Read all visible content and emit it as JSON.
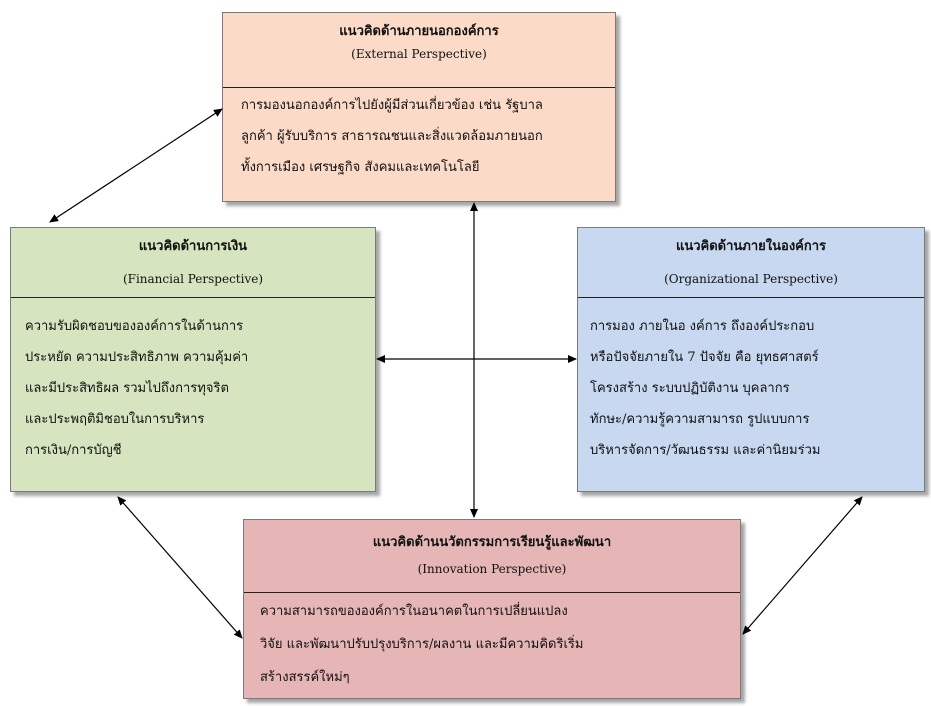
{
  "colors": {
    "external": "#fbdbc8",
    "financial": "#d6e4bf",
    "organizational": "#c7d8f0",
    "innovation": "#e6b6b7",
    "arrow": "#000000"
  },
  "external": {
    "title": "แนวคิดด้านภายนอกองค์การ",
    "subtitle": "(External Perspective)",
    "lines": [
      "การมองนอกองค์การไปยังผู้มีส่วนเกี่ยวข้อง เช่น รัฐบาล",
      "ลูกค้า ผู้รับบริการ สาธารณชนและสิ่งแวดล้อมภายนอก",
      "ทั้งการเมือง เศรษฐกิจ สังคมและเทคโนโลยี"
    ]
  },
  "financial": {
    "title": "แนวคิดด้านการเงิน",
    "subtitle": "(Financial Perspective)",
    "lines": [
      "ความรับผิดชอบขององค์การในด้านการ",
      "ประหยัด ความประสิทธิภาพ ความคุ้มค่า",
      "และมีประสิทธิผล รวมไปถึงการทุจริต",
      "และประพฤติมิชอบในการบริหาร",
      "การเงิน/การบัญชี"
    ]
  },
  "organizational": {
    "title": "แนวคิดด้านภายในองค์การ",
    "subtitle": "(Organizational Perspective)",
    "lines": [
      "การมอง ภายในอ งค์การ ถึงองค์ประกอบ",
      "หรือปัจจัยภายใน  7 ปัจจัย คือ ยุทธศาสตร์",
      "โครงสร้าง ระบบปฏิบัติงาน บุคลากร",
      "ทักษะ/ความรู้ความสามารถ รูปแบบการ",
      "บริหารจัดการ/วัฒนธรรม และค่านิยมร่วม"
    ]
  },
  "innovation": {
    "title": "แนวคิดด้านนวัตกรรมการเรียนรู้และพัฒนา",
    "subtitle": "(Innovation Perspective)",
    "lines": [
      "ความสามารถขององค์การในอนาคตในการเปลี่ยนแปลง",
      "วิจัย และพัฒนาปรับปรุงบริการ/ผลงาน และมีความคิดริเริ่ม",
      "สร้างสรรค์ใหม่ๆ"
    ]
  }
}
